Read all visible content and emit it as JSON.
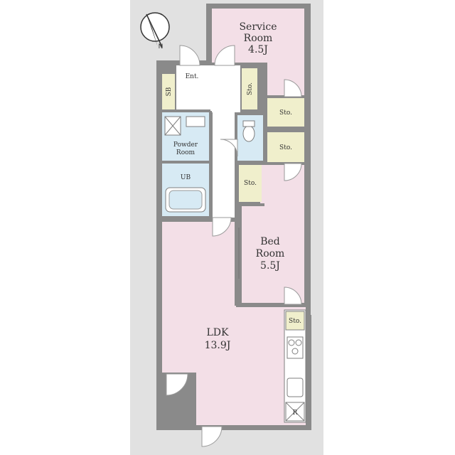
{
  "colors": {
    "site": "#e1e1e1",
    "wall": "#8a8a8a",
    "room": "#f3dfe7",
    "wet": "#d7eaf4",
    "storage": "#f0efcc",
    "corridor": "#ffffff",
    "line": "#7f7f7f"
  },
  "compass": {
    "icon": "north-arrow-icon",
    "letter": "N"
  },
  "rooms": {
    "service_room": {
      "name_line1": "Service",
      "name_line2": "Room",
      "size": "4.5J"
    },
    "bed_room": {
      "name_line1": "Bed",
      "name_line2": "Room",
      "size": "5.5J"
    },
    "ldk": {
      "name": "LDK",
      "size": "13.9J"
    },
    "powder_room": {
      "name_line1": "Powder",
      "name_line2": "Room"
    }
  },
  "labels": {
    "entrance": "Ent.",
    "shoe_box": "SB",
    "storage_hall": "Sto.",
    "storage_1": "Sto.",
    "storage_2": "Sto.",
    "storage_3": "Sto.",
    "storage_kitchen": "Sto.",
    "unit_bath": "UB",
    "fridge": "R"
  }
}
